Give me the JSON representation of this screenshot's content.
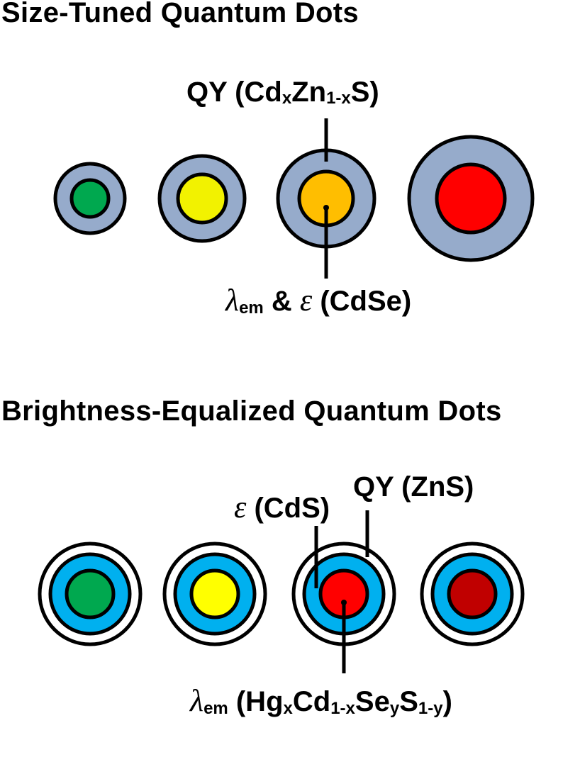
{
  "section1": {
    "title": "Size-Tuned Quantum Dots",
    "shell_color": "#96abcb",
    "core_colors": [
      "#00a84f",
      "#f2f200",
      "#ffbe00",
      "#ff0000"
    ],
    "label_top": {
      "main": "QY (Cd",
      "sub1": "x",
      "mid": "Zn",
      "sub2": "1-x",
      "end": "S)"
    },
    "label_bottom": {
      "greek1": "λ",
      "sub": "em",
      "mid": " & ",
      "greek2": "ε",
      "end": " (CdSe)"
    }
  },
  "section2": {
    "title": "Brightness-Equalized Quantum Dots",
    "inner_shell_color": "#00b0ef",
    "outer_shell_color": "#ffffff",
    "core_colors": [
      "#00a84f",
      "#ffff00",
      "#ff0000",
      "#c00000"
    ],
    "label_eps": {
      "greek": "ε",
      "end": " (CdS)"
    },
    "label_qy": "QY (ZnS)",
    "label_bottom": {
      "greek": "λ",
      "sub_em": "em",
      "a": " (Hg",
      "sub_x": "x",
      "b": "Cd",
      "sub_1x": "1-x",
      "c": "Se",
      "sub_y": "y",
      "d": "S",
      "sub_1y": "1-y",
      "e": ")"
    }
  }
}
